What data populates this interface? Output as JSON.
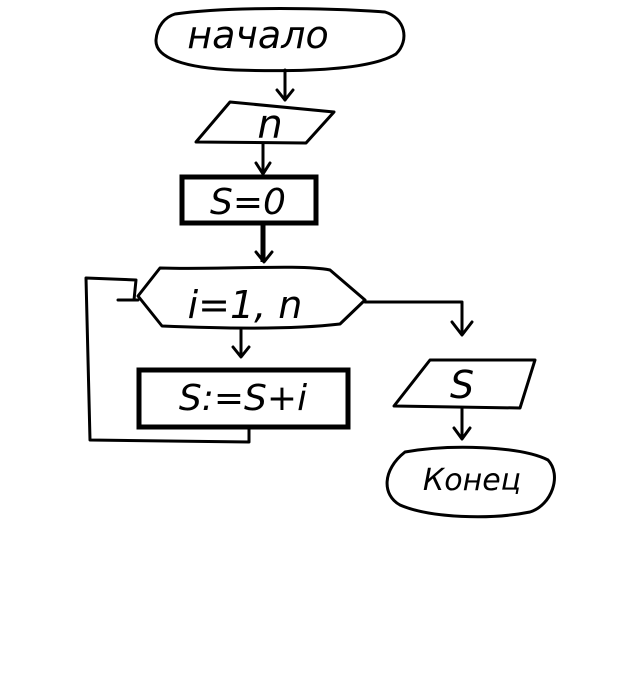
{
  "flowchart": {
    "start_label": "начало",
    "input_label": "n",
    "init_label": "S=0",
    "loop_label": "i=1, n",
    "body_label": "S:=S+i",
    "output_label": "S",
    "end_label": "Конец"
  }
}
